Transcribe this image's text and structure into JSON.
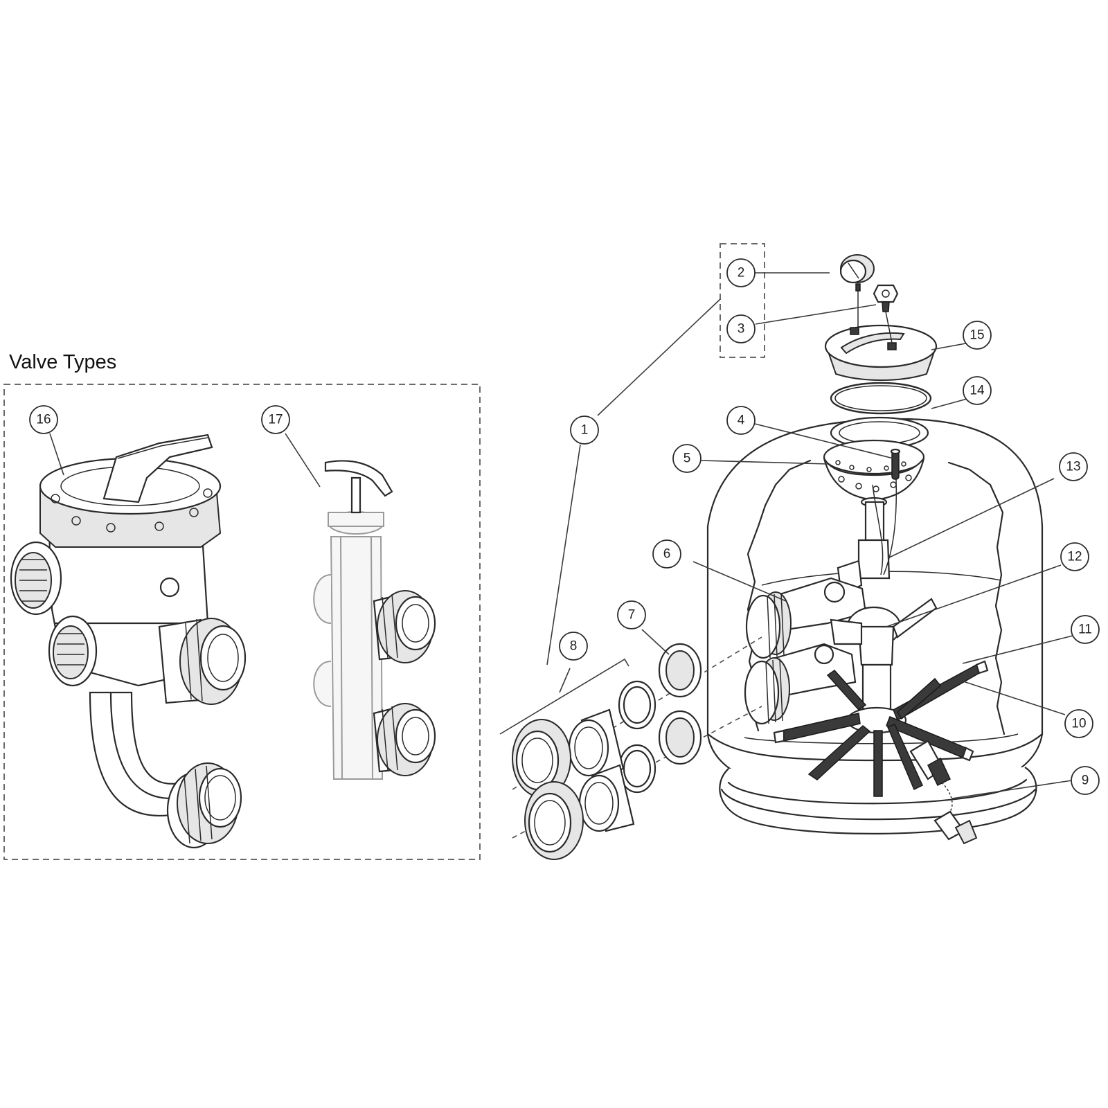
{
  "section_title": "Valve Types",
  "callouts": [
    {
      "id": "c1",
      "label": "1"
    },
    {
      "id": "c2",
      "label": "2"
    },
    {
      "id": "c3",
      "label": "3"
    },
    {
      "id": "c4",
      "label": "4"
    },
    {
      "id": "c5",
      "label": "5"
    },
    {
      "id": "c6",
      "label": "6"
    },
    {
      "id": "c7",
      "label": "7"
    },
    {
      "id": "c8",
      "label": "8"
    },
    {
      "id": "c9",
      "label": "9"
    },
    {
      "id": "c10",
      "label": "10"
    },
    {
      "id": "c11",
      "label": "11"
    },
    {
      "id": "c12",
      "label": "12"
    },
    {
      "id": "c13",
      "label": "13"
    },
    {
      "id": "c14",
      "label": "14"
    },
    {
      "id": "c15",
      "label": "15"
    },
    {
      "id": "c16",
      "label": "16"
    },
    {
      "id": "c17",
      "label": "17"
    }
  ]
}
